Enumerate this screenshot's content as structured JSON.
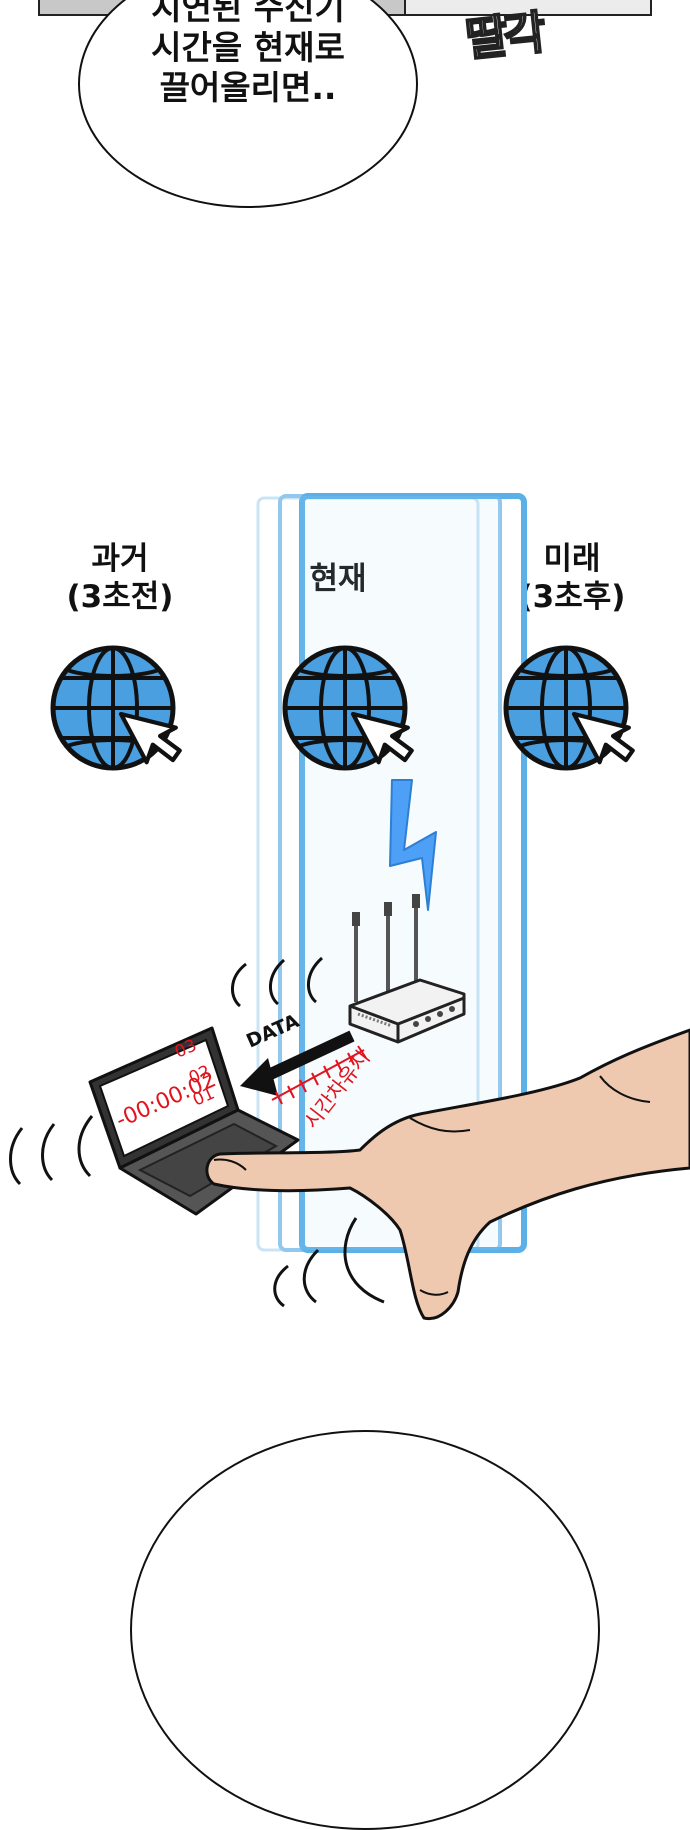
{
  "top_bubble": {
    "lines": [
      "지연된 수신기",
      "시간을 현재로",
      "끌어올리면.."
    ]
  },
  "sound_effect": "딸각",
  "timeline": {
    "past": {
      "line1": "과거",
      "line2": "(3초전)"
    },
    "present": {
      "line1": "현재"
    },
    "future": {
      "line1": "미래",
      "line2": "(3초후)"
    }
  },
  "diagram": {
    "data_arrow_label": "DATA",
    "laptop_display": {
      "main": "-00:00:02",
      "top": "03",
      "upper": "02",
      "lower": "01"
    },
    "time_gap_label": "시간차유지"
  },
  "colors": {
    "globe_blue": "#4a9fe0",
    "frame_blue": "#5bb0e8",
    "bolt_blue": "#4da0f5",
    "display_red": "#e0141e",
    "skin": "#efc8b0"
  }
}
